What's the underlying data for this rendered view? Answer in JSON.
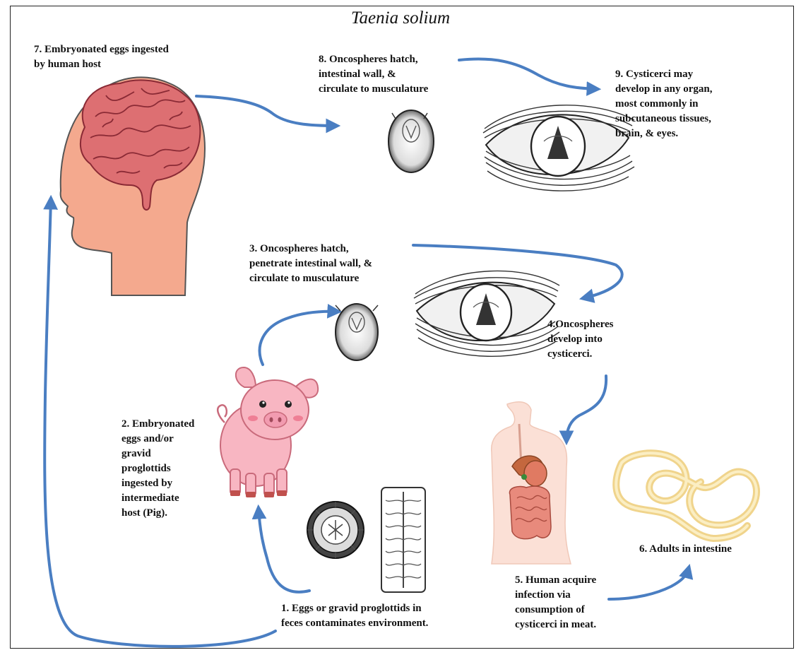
{
  "title": "Taenia solium",
  "steps": {
    "s1": "1. Eggs or gravid proglottids  in\nfeces contaminates  environment.",
    "s2": "2. Embryonated\neggs and/or\ngravid\nproglottids\ningested by\nintermediate\nhost (Pig).",
    "s3": "3. Oncospheres hatch,\npenetrate intestinal wall, &\ncirculate to musculature",
    "s4": "4.Oncospheres\ndevelop into\ncysticerci.",
    "s5": "5. Human acquire\ninfection via\nconsumption  of\ncysticerci in meat.",
    "s6": "6. Adults in intestine",
    "s7": "7. Embryonated  eggs ingested\nby human  host",
    "s8": "8. Oncospheres hatch,\nintestinal wall,  &\ncirculate to musculature",
    "s9": "9. Cysticerci may\ndevelop in any organ,\nmost commonly  in\nsubcutaneous tissues,\nbrain,  & eyes."
  },
  "colors": {
    "arrow": "#4a7ec2",
    "skin": "#f4a98e",
    "brain": "#dd6f72",
    "pig": "#f8b6c2",
    "worm": "#f3dc9a",
    "body_skin": "#fbe0d6"
  }
}
